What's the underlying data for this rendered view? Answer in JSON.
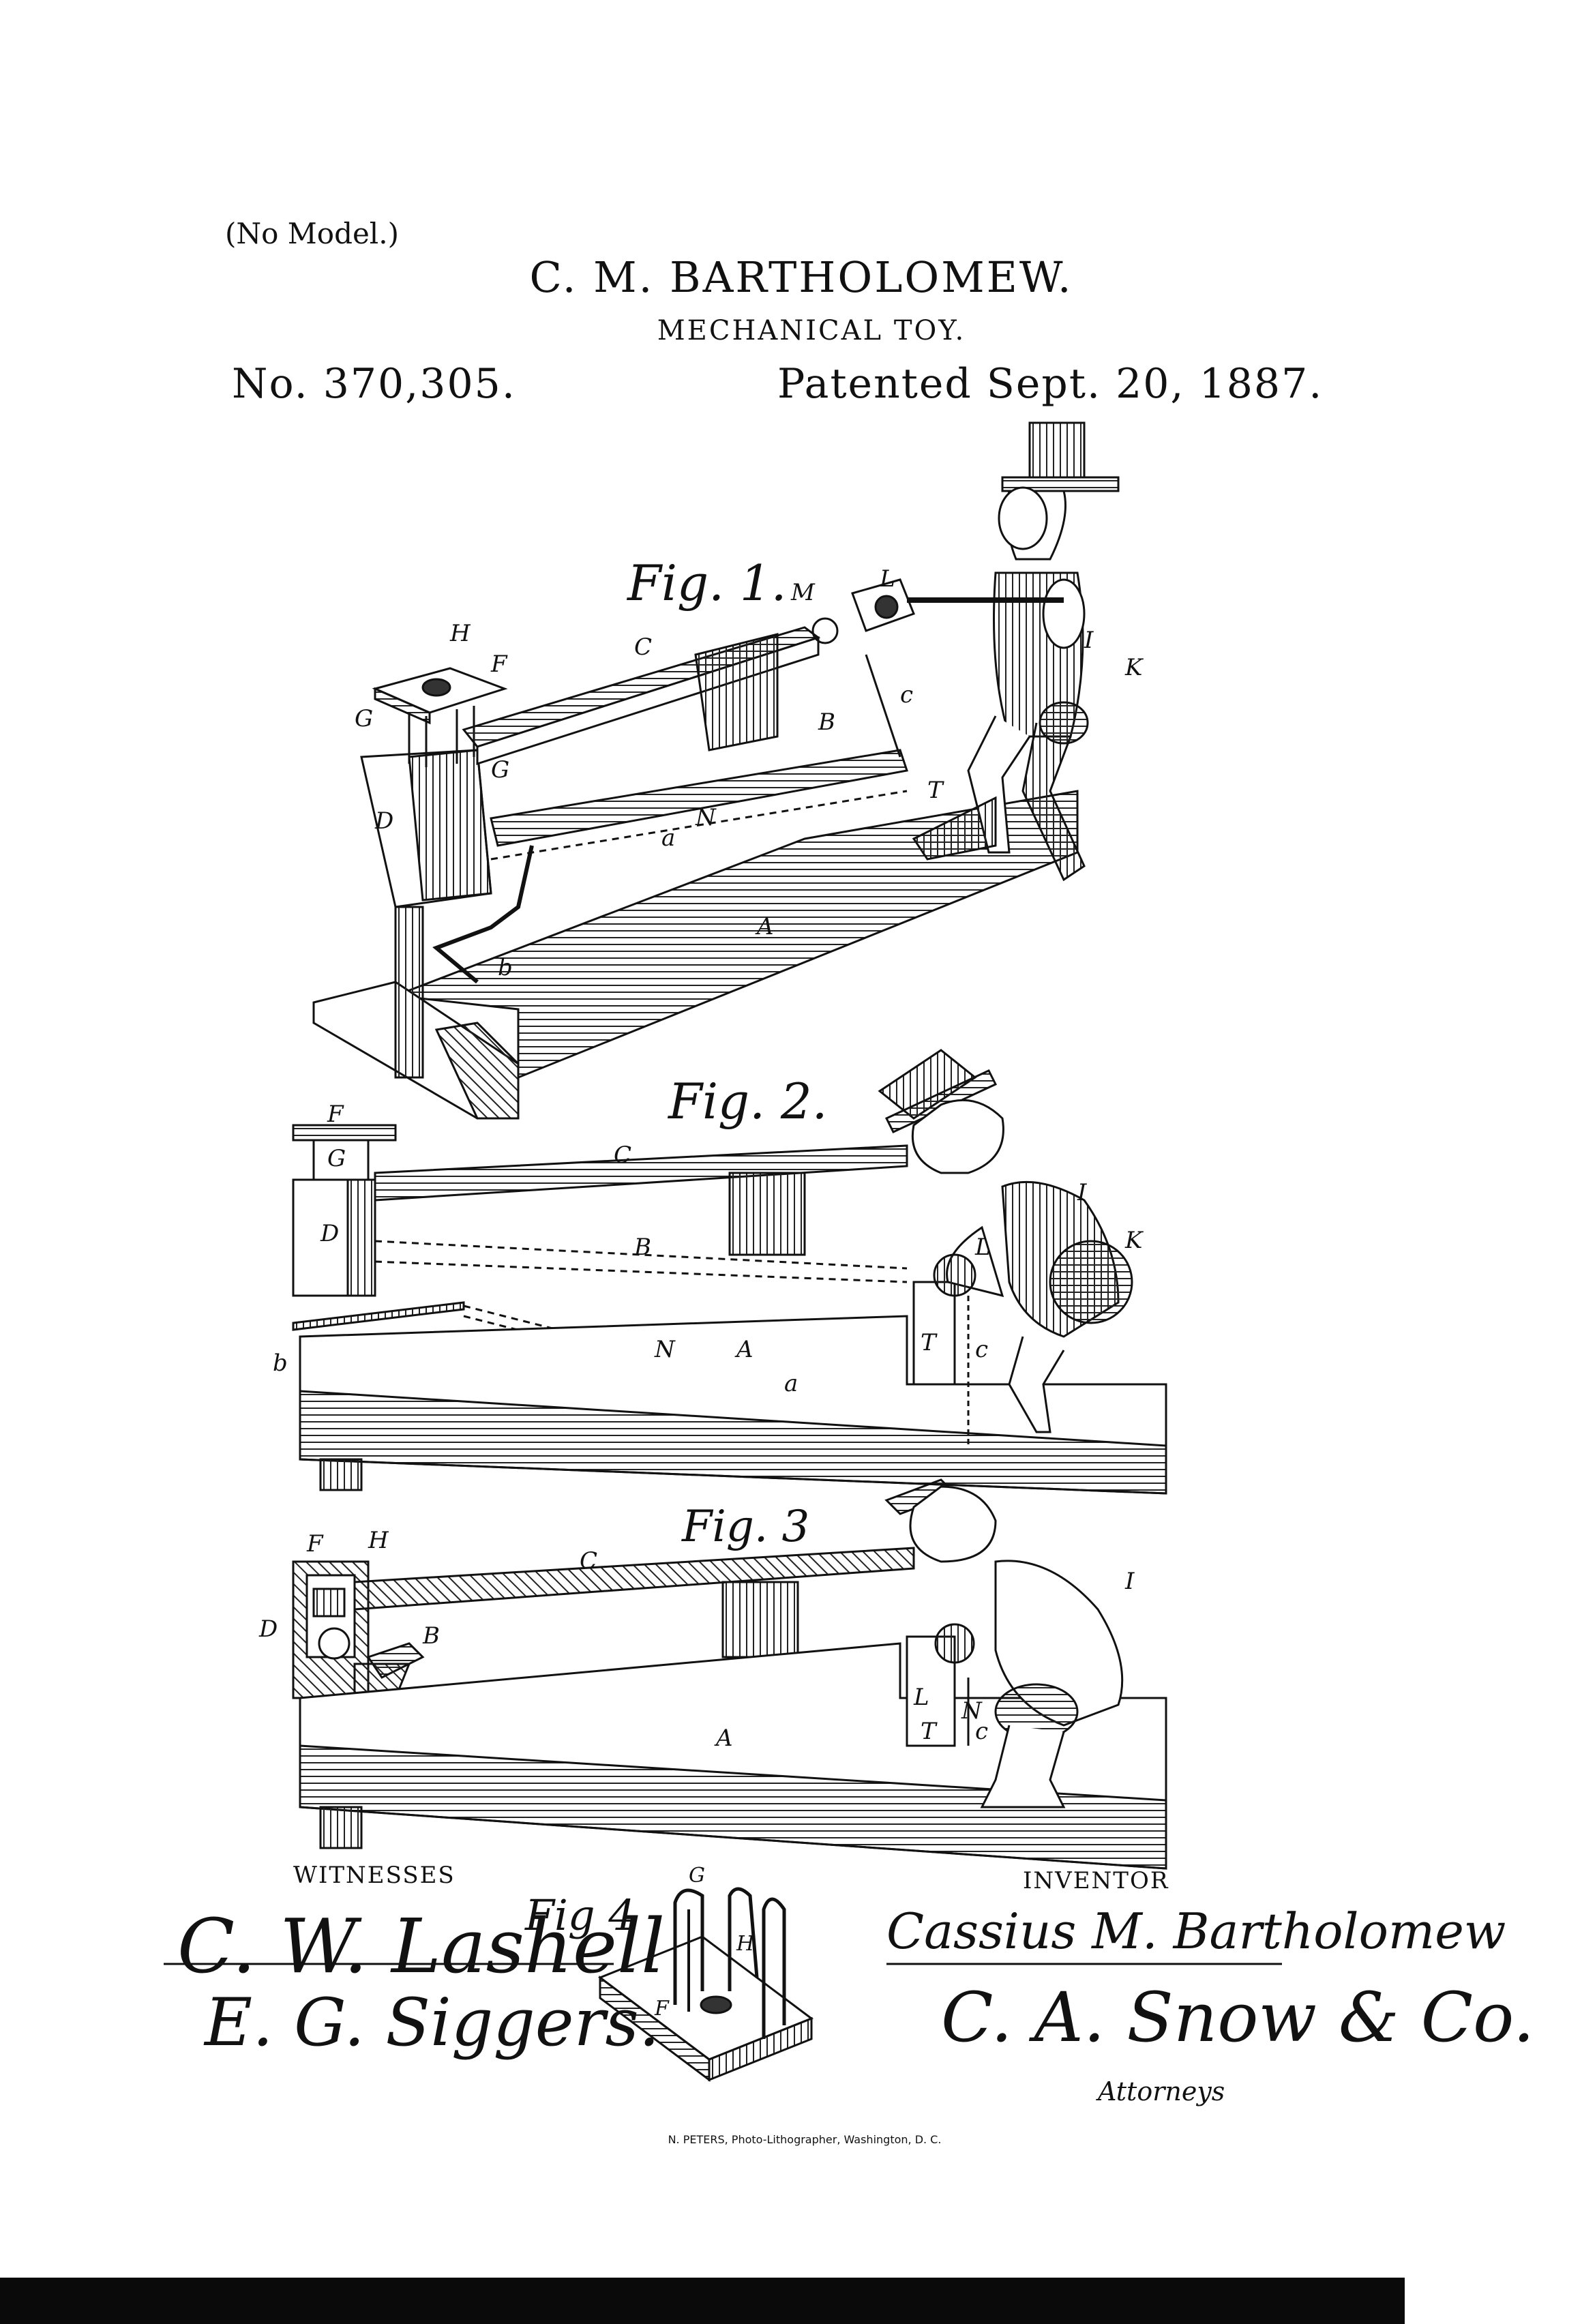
{
  "header": {
    "model_note": "(No Model.)",
    "inventor": "C. M. BARTHOLOMEW.",
    "title": "MECHANICAL TOY.",
    "patent_number": "No. 370,305.",
    "patent_date": "Patented Sept. 20, 1887."
  },
  "figures": {
    "fig1": {
      "label": "Fig. 1.",
      "letters": [
        "H",
        "F",
        "G",
        "C",
        "M",
        "L",
        "I",
        "K",
        "c",
        "B",
        "G",
        "D",
        "N",
        "a",
        "T",
        "A",
        "b"
      ]
    },
    "fig2": {
      "label": "Fig. 2.",
      "letters": [
        "F",
        "G",
        "C",
        "D",
        "B",
        "I",
        "K",
        "L",
        "b",
        "N",
        "A",
        "a",
        "T",
        "c"
      ]
    },
    "fig3": {
      "label": "Fig. 3",
      "letters": [
        "F",
        "H",
        "C",
        "D",
        "B",
        "I",
        "L",
        "N",
        "T",
        "c",
        "A"
      ]
    },
    "fig4": {
      "label": "Fig 4",
      "letters": [
        "G",
        "H",
        "F"
      ]
    }
  },
  "signatures": {
    "witnesses_label": "WITNESSES",
    "witness_1": "C. W. Lashell",
    "witness_2": "E. G. Siggers.",
    "inventor_label": "INVENTOR",
    "inventor": "Cassius M. Bartholomew",
    "attorney": "C. A. Snow & Co.",
    "attorneys_label": "Attorneys"
  },
  "footer": {
    "lithographer": "N. PETERS, Photo-Lithographer, Washington, D. C."
  }
}
